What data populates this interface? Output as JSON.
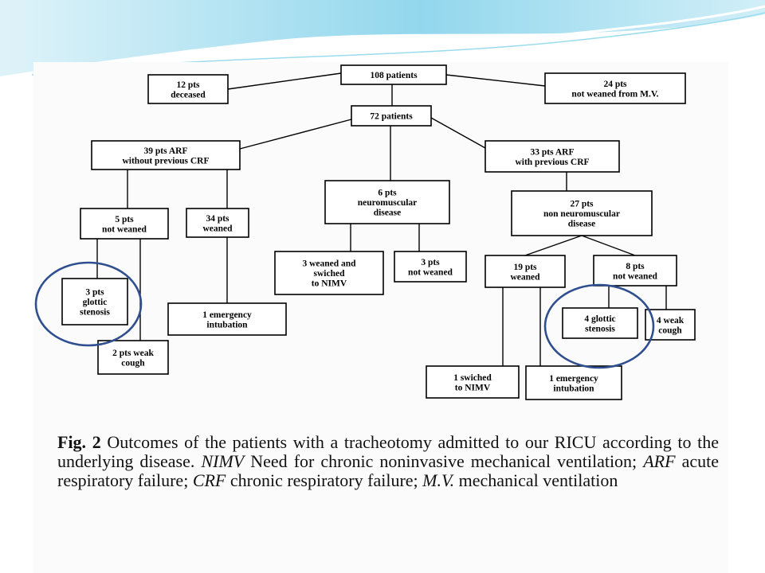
{
  "diagram": {
    "boxes": {
      "n108": [
        "108 patients"
      ],
      "n12": [
        "12 pts",
        "deceased"
      ],
      "n24": [
        "24 pts",
        "not weaned from M.V."
      ],
      "n72": [
        "72 patients"
      ],
      "n39": [
        "39 pts ARF",
        "without previous CRF"
      ],
      "n33": [
        "33 pts ARF",
        "with previous CRF"
      ],
      "n6": [
        "6 pts",
        "neuromuscular",
        "disease"
      ],
      "n27": [
        "27 pts",
        "non neuromuscular",
        "disease"
      ],
      "n5": [
        "5 pts",
        "not weaned"
      ],
      "n34": [
        "34 pts",
        "weaned"
      ],
      "n3weaned": [
        "3 weaned and",
        "swiched",
        "to NIMV"
      ],
      "n3not": [
        "3 pts",
        "not weaned"
      ],
      "n19": [
        "19 pts",
        "weaned"
      ],
      "n8": [
        "8 pts",
        "not weaned"
      ],
      "n3glottic": [
        "3 pts",
        "glottic",
        "stenosis"
      ],
      "n1emerg_left": [
        "1 emergency",
        "intubation"
      ],
      "n4glottic": [
        "4 glottic",
        "stenosis"
      ],
      "n4weak": [
        "4 weak",
        "cough"
      ],
      "n2weak": [
        "2 pts weak",
        "cough"
      ],
      "n1swiched": [
        "1 swiched",
        "to NIMV"
      ],
      "n1emerg_right": [
        "1 emergency",
        "intubation"
      ]
    }
  },
  "caption": {
    "fig_label": "Fig. 2",
    "parts": [
      {
        "t": " Outcomes of the patients with a tracheotomy admitted to our RICU according to the underlying disease. ",
        "s": "n"
      },
      {
        "t": "NIMV",
        "s": "i"
      },
      {
        "t": " Need for chronic noninvasive mechanical ventilation; ",
        "s": "n"
      },
      {
        "t": "ARF",
        "s": "i"
      },
      {
        "t": " acute respiratory failure; ",
        "s": "n"
      },
      {
        "t": "CRF",
        "s": "i"
      },
      {
        "t": " chronic respiratory failure; ",
        "s": "n"
      },
      {
        "t": "M.V.",
        "s": "i"
      },
      {
        "t": " mechanical ventilation",
        "s": "n"
      }
    ]
  },
  "colors": {
    "highlight_circle": "#2f4f8f",
    "header_wave": "#7fd0ea"
  }
}
